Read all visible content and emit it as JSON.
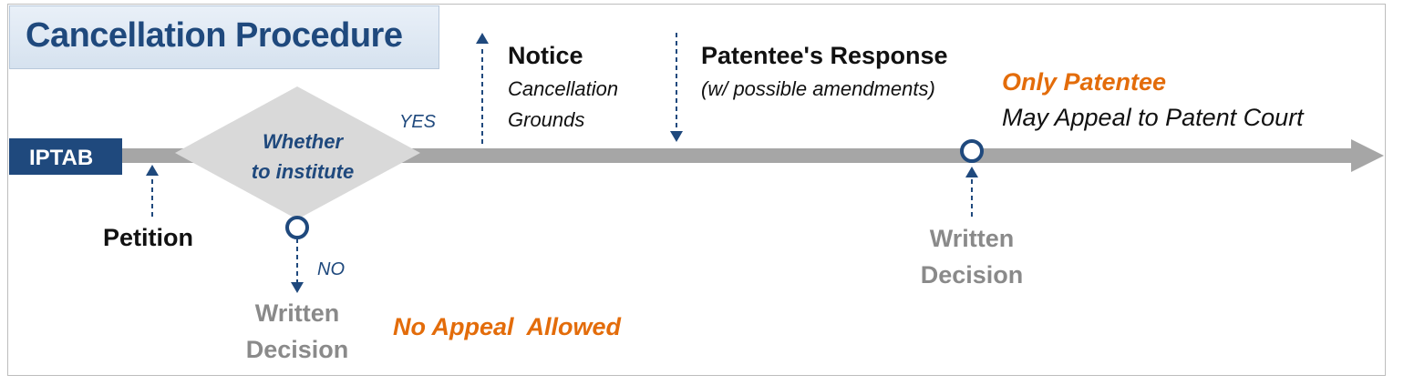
{
  "title": "Cancellation Procedure",
  "actor": "IPTAB",
  "decision_node": {
    "line1": "Whether",
    "line2": "to institute"
  },
  "branch_yes": "YES",
  "branch_no": "NO",
  "events": {
    "petition": "Petition",
    "notice": {
      "title": "Notice",
      "line1": "Cancellation",
      "line2": "Grounds"
    },
    "response": {
      "title": "Patentee's Response",
      "detail": "(w/ possible amendments)"
    },
    "decision_no": {
      "line1": "Written",
      "line2": "Decision"
    },
    "decision_final": {
      "line1": "Written",
      "line2": "Decision"
    }
  },
  "appeal": {
    "no_branch": "No Appeal  Allowed",
    "final_line1": "Only Patentee",
    "final_line2": "May Appeal to Patent Court"
  },
  "colors": {
    "navy": "#1f497d",
    "timeline_grey": "#a6a6a6",
    "decision_grey": "#8a8a8a",
    "orange": "#e36c0a",
    "diamond_fill": "#d9d9d9"
  }
}
